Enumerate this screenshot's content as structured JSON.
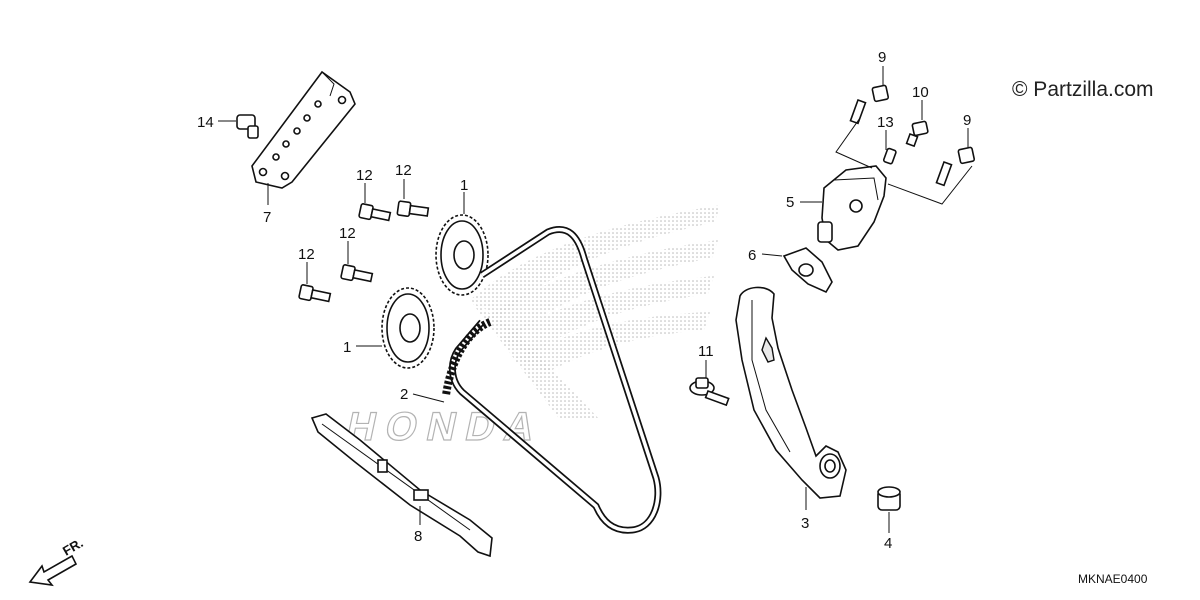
{
  "watermark": "© Partzilla.com",
  "diagram_code": "MKNAE0400",
  "front_arrow": {
    "label": "FR."
  },
  "background_logo": {
    "text": "HONDA"
  },
  "callouts": {
    "p1_upper": "1",
    "p1_lower": "1",
    "p2": "2",
    "p3": "3",
    "p4": "4",
    "p5": "5",
    "p6": "6",
    "p7": "7",
    "p8": "8",
    "p9_left": "9",
    "p9_right": "9",
    "p10": "10",
    "p11": "11",
    "p12_a": "12",
    "p12_b": "12",
    "p12_c": "12",
    "p12_d": "12",
    "p13": "13",
    "p14": "14"
  }
}
